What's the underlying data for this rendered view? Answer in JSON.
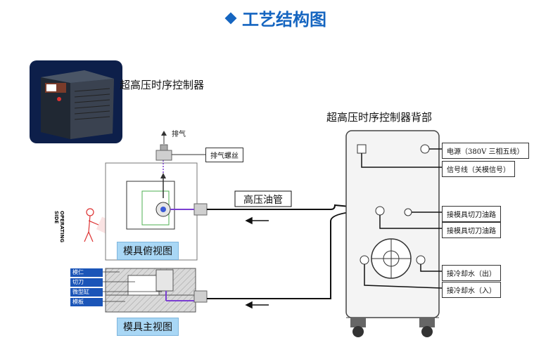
{
  "title": "工艺结构图",
  "device_caption": "超高压时序控制器",
  "back_caption": "超高压时序控制器背部",
  "pipe_label": "高压油管",
  "exhaust_label": "排气",
  "exhaust_screw_label": "排气螺丝",
  "top_view_label": "模具俯视图",
  "front_view_label": "模具主视图",
  "operating_side": "OPERATING SIDE",
  "legend": [
    "模仁",
    "切刀",
    "微型缸",
    "模板"
  ],
  "back_labels": [
    "电源（380V 三相五线）",
    "信号线（关模信号）",
    "接模具切刀油路",
    "接模具切刀油路",
    "接冷却水（出）",
    "接冷却水（入）"
  ],
  "colors": {
    "title_blue": "#1565c0",
    "label_bg": "#a9d7f5",
    "legend_bg": "#1b55b8",
    "pipe": "#7b3fd1",
    "watermark": "#f3c3c3"
  }
}
